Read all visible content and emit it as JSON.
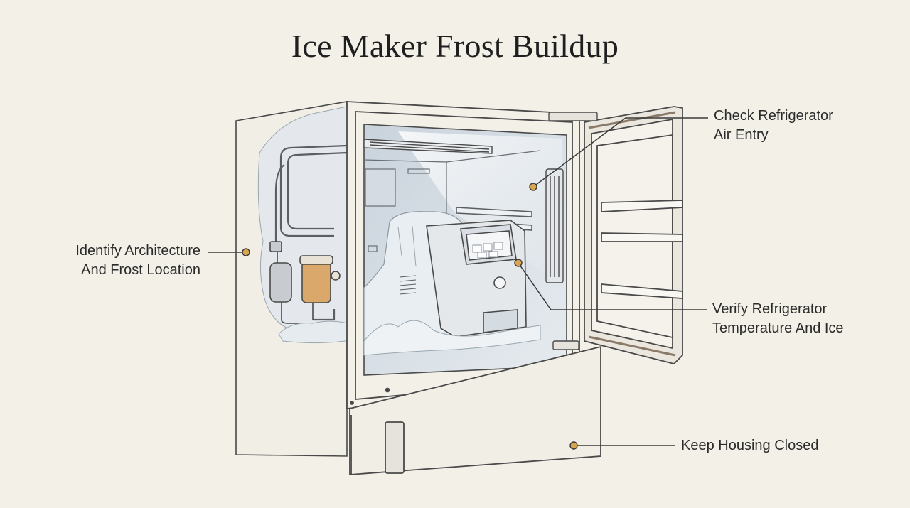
{
  "title": "Ice Maker Frost Buildup",
  "callouts": {
    "architecture": {
      "line1": "Identify Architecture",
      "line2": "And Frost Location"
    },
    "air_entry": {
      "line1": "Check Refrigerator",
      "line2": "Air Entry"
    },
    "temperature": {
      "line1": "Verify Refrigerator",
      "line2": "Temperature And Ice"
    },
    "housing": {
      "line1": "Keep Housing Closed"
    }
  },
  "colors": {
    "background": "#f3f0e8",
    "ink": "#3a3a3a",
    "frost": "#dfe6ee",
    "marker": "#d9a54e",
    "filter_liquid": "#d9a86a"
  }
}
